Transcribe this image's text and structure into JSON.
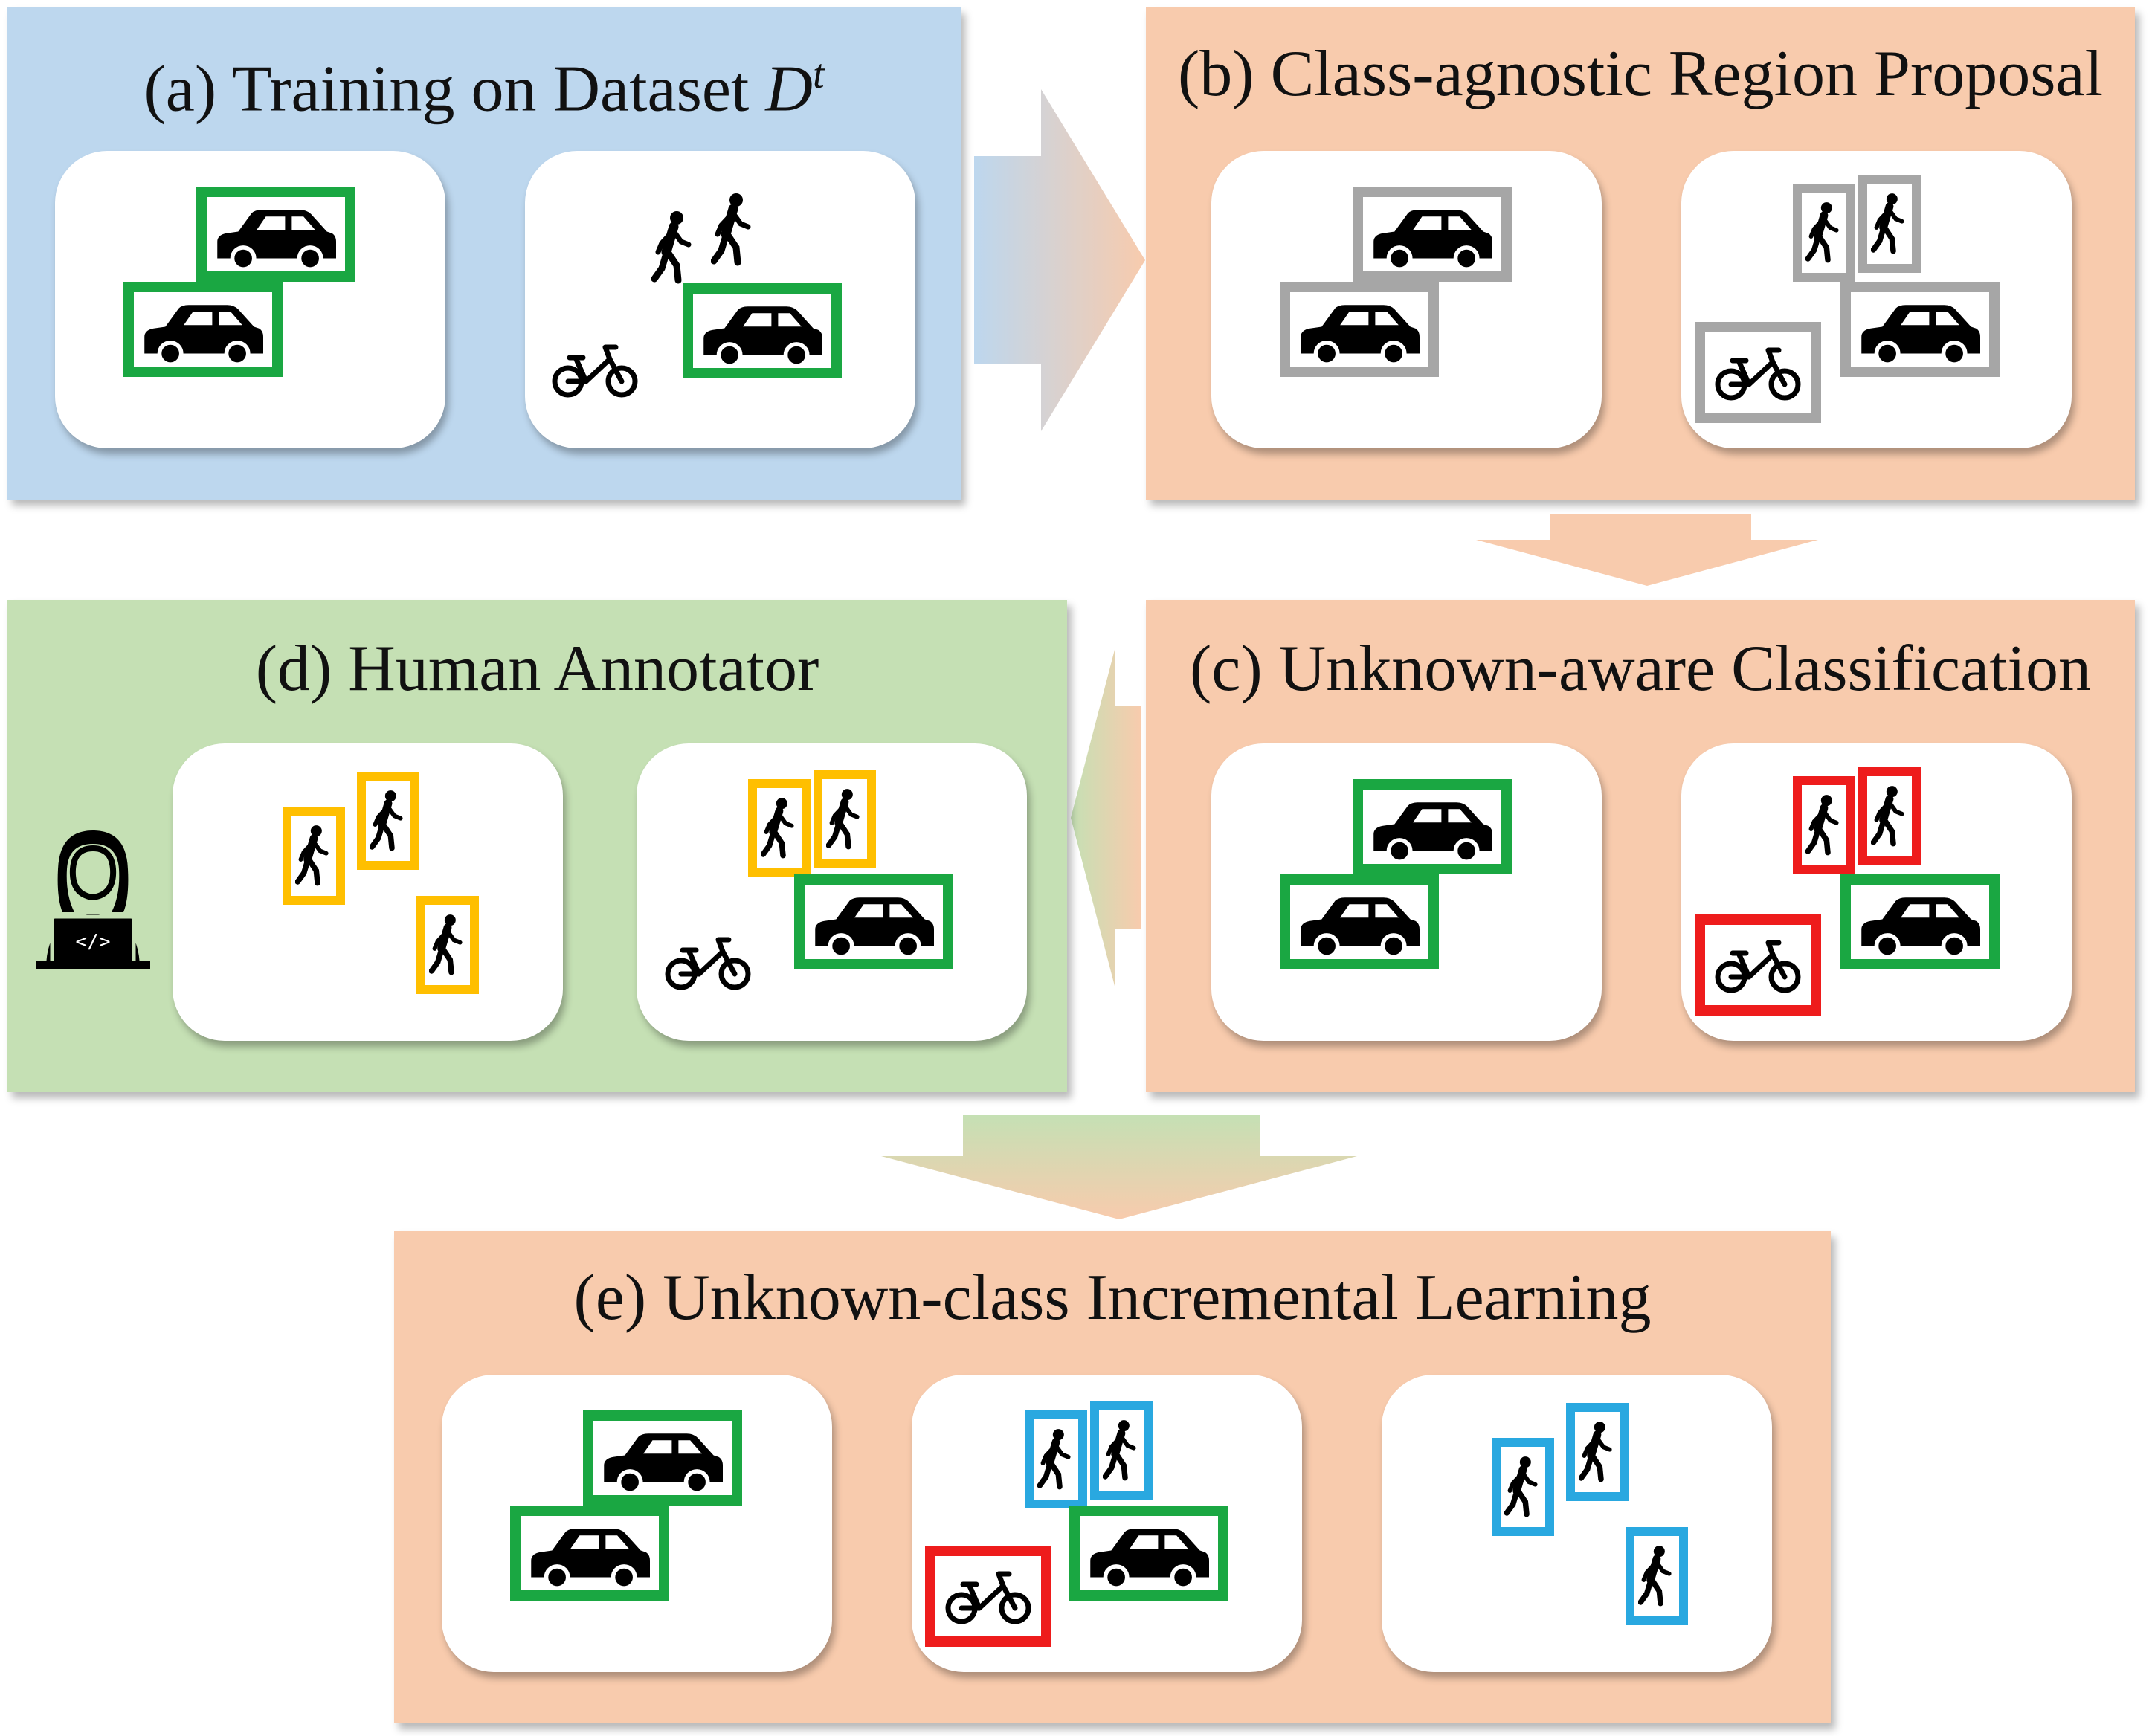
{
  "panels": {
    "a": {
      "title": "(a) Training on Dataset ",
      "symbol": "D",
      "superscript": "t"
    },
    "b": {
      "title": "(b) Class-agnostic Region Proposal"
    },
    "c": {
      "title": "(c) Unknown-aware Classification"
    },
    "d": {
      "title": "(d) Human Annotator"
    },
    "e": {
      "title": "(e) Unknown-class Incremental Learning"
    }
  },
  "colors": {
    "known_box": "#1aa742",
    "proposal_box": "#a6a6a6",
    "unknown_box": "#ee1c1c",
    "annotated_box": "#ffbf00",
    "learned_box": "#29a8e0",
    "panel_blue": "#bdd7ee",
    "panel_peach": "#f8cbad",
    "panel_green": "#c5e0b4"
  },
  "icons": [
    "car-icon",
    "pedestrian-icon",
    "bicycle-icon",
    "programmer-icon"
  ]
}
